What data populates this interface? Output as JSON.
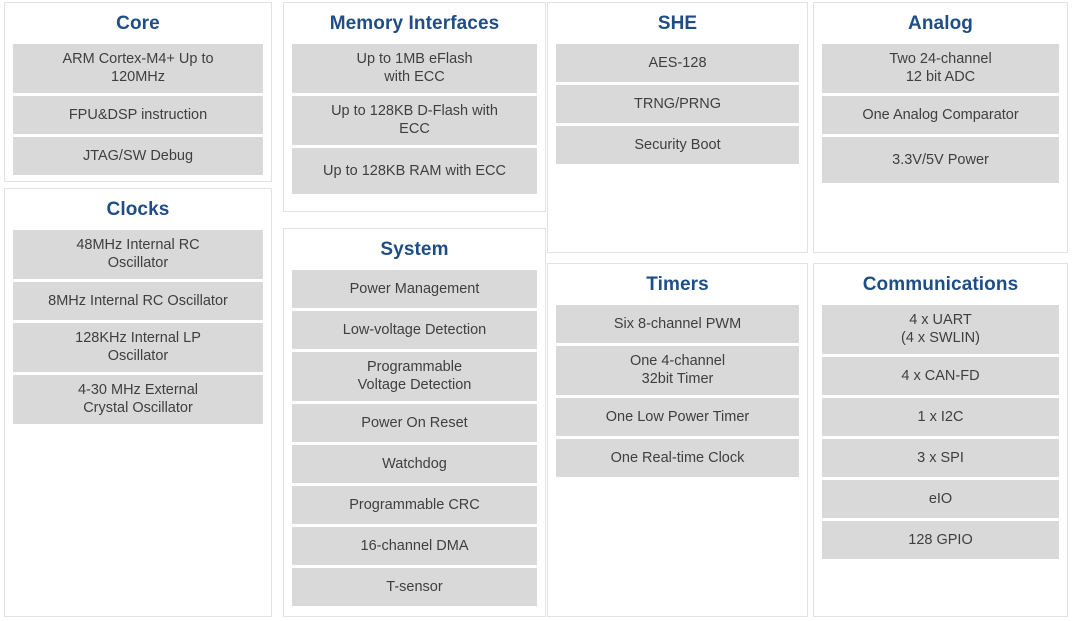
{
  "theme": {
    "background": "#ffffff",
    "panel_border": "#e2e2e2",
    "title_color": "#1f4e86",
    "item_background": "#d9d9d9",
    "item_text_color": "#3f3f3f"
  },
  "panels": {
    "core": {
      "title": "Core",
      "items": [
        "ARM Cortex-M4+ Up to\n120MHz",
        "FPU&DSP instruction",
        "JTAG/SW Debug"
      ]
    },
    "clocks": {
      "title": "Clocks",
      "items": [
        "48MHz Internal RC\nOscillator",
        "8MHz Internal RC Oscillator",
        "128KHz Internal LP\nOscillator",
        "4-30 MHz External\nCrystal Oscillator"
      ]
    },
    "memory": {
      "title": "Memory Interfaces",
      "items": [
        "Up to 1MB eFlash\nwith ECC",
        "Up to 128KB D-Flash with\nECC",
        "Up to 128KB RAM with ECC"
      ]
    },
    "system": {
      "title": "System",
      "items": [
        "Power Management",
        "Low-voltage Detection",
        "Programmable\nVoltage Detection",
        "Power On Reset",
        "Watchdog",
        "Programmable CRC",
        "16-channel DMA",
        "T-sensor"
      ]
    },
    "she": {
      "title": "SHE",
      "items": [
        "AES-128",
        "TRNG/PRNG",
        "Security Boot"
      ]
    },
    "timers": {
      "title": "Timers",
      "items": [
        "Six 8-channel PWM",
        "One 4-channel\n32bit Timer",
        "One Low Power Timer",
        "One Real-time Clock"
      ]
    },
    "analog": {
      "title": "Analog",
      "items": [
        "Two 24-channel\n12 bit ADC",
        "One Analog Comparator",
        "3.3V/5V Power"
      ]
    },
    "communications": {
      "title": "Communications",
      "items": [
        "4 x UART\n(4 x SWLIN)",
        "4 x CAN-FD",
        "1 x I2C",
        "3 x SPI",
        "eIO",
        "128 GPIO"
      ]
    }
  }
}
